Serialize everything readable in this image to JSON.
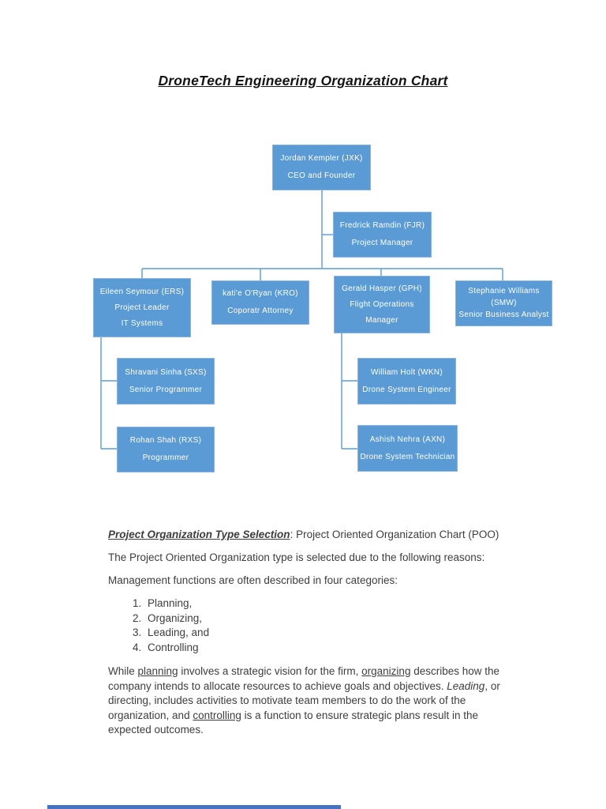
{
  "page": {
    "title": "DroneTech Engineering Organization Chart"
  },
  "org_chart": {
    "colors": {
      "box_fill": "#5B9BD5",
      "box_border": "#8AB4E0",
      "connector": "#5B9BD5",
      "box_text": "#FFFFFF",
      "bottom_bar": "#4472C4"
    },
    "nodes": [
      {
        "id": "ceo",
        "reports_to": null,
        "lines": [
          "Jordan Kempler (JXK)",
          "CEO and Founder"
        ]
      },
      {
        "id": "pm",
        "reports_to": "ceo",
        "lines": [
          "Fredrick Ramdin (FJR)",
          "Project Manager"
        ]
      },
      {
        "id": "eileen",
        "reports_to": "ceo",
        "lines": [
          "Eileen Seymour (ERS)",
          "Project Leader",
          "IT Systems"
        ]
      },
      {
        "id": "katie",
        "reports_to": "ceo",
        "lines": [
          "kati'e O'Ryan (KRO)",
          "Coporatr Attorney"
        ]
      },
      {
        "id": "gerald",
        "reports_to": "ceo",
        "lines": [
          "Gerald Hasper (GPH)",
          "Flight Operations",
          "Manager"
        ]
      },
      {
        "id": "stephanie",
        "reports_to": "ceo",
        "lines": [
          "Stephanie Williams",
          "(SMW)",
          "Senior Business Analyst"
        ]
      },
      {
        "id": "shravani",
        "reports_to": "eileen",
        "lines": [
          "Shravani Sinha (SXS)",
          "Senior Programmer"
        ]
      },
      {
        "id": "rohan",
        "reports_to": "eileen",
        "lines": [
          "Rohan Shah (RXS)",
          "Programmer"
        ]
      },
      {
        "id": "william",
        "reports_to": "gerald",
        "lines": [
          "William Holt (WKN)",
          "Drone System Engineer"
        ]
      },
      {
        "id": "ashish",
        "reports_to": "gerald",
        "lines": [
          "Ashish Nehra (AXN)",
          "Drone System Technician"
        ]
      }
    ]
  },
  "body": {
    "heading_bold": "Project Organization Type Selection",
    "heading_rest": ": Project Oriented Organization Chart (POO)",
    "para1": "The Project Oriented Organization type is selected due to the following reasons:",
    "para2": "Management functions are often described in four categories:",
    "list": [
      "Planning,",
      "Organizing,",
      "Leading, and",
      "Controlling"
    ],
    "closing_segments": [
      {
        "text": "While ",
        "style": "plain"
      },
      {
        "text": "planning",
        "style": "underline"
      },
      {
        "text": " involves a strategic vision for the firm, ",
        "style": "plain"
      },
      {
        "text": "organizing",
        "style": "underline"
      },
      {
        "text": " describes how the company intends to allocate resources to achieve goals and objectives. ",
        "style": "plain"
      },
      {
        "text": "Leading",
        "style": "italic"
      },
      {
        "text": ", or directing, includes activities to motivate team members to do the work of the organization, and ",
        "style": "plain"
      },
      {
        "text": "controlling",
        "style": "underline"
      },
      {
        "text": " is a function to ensure strategic plans result in the expected outcomes.",
        "style": "plain"
      }
    ]
  }
}
